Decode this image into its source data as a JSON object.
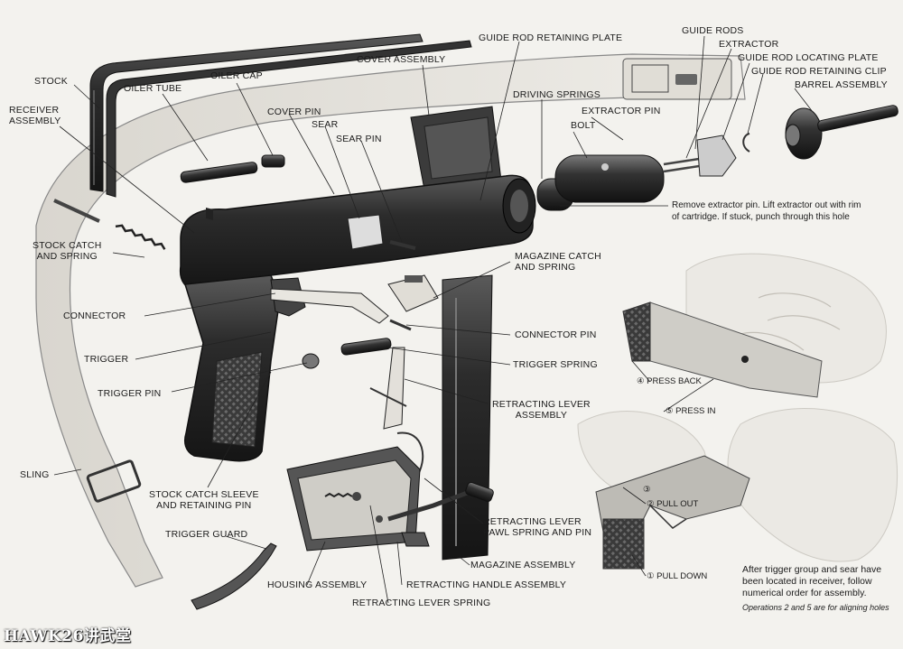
{
  "labels": {
    "stock": "STOCK",
    "receiver_assembly": "RECEIVER\nASSEMBLY",
    "oiler_tube": "OILER TUBE",
    "oiler_cap": "OILER CAP",
    "cover_pin": "COVER PIN",
    "sear": "SEAR",
    "sear_pin": "SEAR PIN",
    "cover_assembly": "COVER ASSEMBLY",
    "guide_rod_retaining_plate": "GUIDE ROD RETAINING PLATE",
    "guide_rods": "GUIDE RODS",
    "extractor": "EXTRACTOR",
    "guide_rod_locating_plate": "GUIDE ROD LOCATING PLATE",
    "guide_rod_retaining_clip": "GUIDE ROD RETAINING CLIP",
    "barrel_assembly": "BARREL ASSEMBLY",
    "driving_springs": "DRIVING SPRINGS",
    "extractor_pin": "EXTRACTOR PIN",
    "bolt": "BOLT",
    "stock_catch_and_spring": "STOCK CATCH\nAND SPRING",
    "magazine_catch_and_spring": "MAGAZINE CATCH\nAND SPRING",
    "connector": "CONNECTOR",
    "connector_pin": "CONNECTOR PIN",
    "trigger": "TRIGGER",
    "trigger_spring": "TRIGGER SPRING",
    "trigger_pin": "TRIGGER PIN",
    "retracting_lever_assembly": "RETRACTING LEVER\nASSEMBLY",
    "sling": "SLING",
    "stock_catch_sleeve": "STOCK CATCH SLEEVE\nAND RETAINING PIN",
    "trigger_guard": "TRIGGER GUARD",
    "housing_assembly": "HOUSING ASSEMBLY",
    "retracting_lever_pawl": "RETRACTING LEVER\nPAWL SPRING AND PIN",
    "magazine_assembly": "MAGAZINE ASSEMBLY",
    "retracting_handle_assembly": "RETRACTING HANDLE ASSEMBLY",
    "retracting_lever_spring": "RETRACTING LEVER SPRING"
  },
  "notes": {
    "extractor_note": "Remove extractor pin. Lift extractor out with rim\nof cartridge. If stuck, punch through this hole",
    "assembly_note": "After trigger group and sear have\nbeen located in receiver, follow\nnumerical order for assembly.",
    "assembly_small": "Operations 2 and 5 are for aligning holes"
  },
  "steps": {
    "press_back": "④ PRESS BACK",
    "press_in": "⑤ PRESS IN",
    "pull_out": "② PULL OUT",
    "pull_down": "① PULL DOWN",
    "step3": "③"
  },
  "watermark": "HAWK26讲武堂",
  "colors": {
    "paper": "#f3f2ee",
    "ink": "#1b1b1b",
    "metal_dark": "#2a2a2a",
    "metal_mid": "#4a4a4a",
    "metal_light": "#8a8a8a",
    "sling": "#e6e4de"
  }
}
